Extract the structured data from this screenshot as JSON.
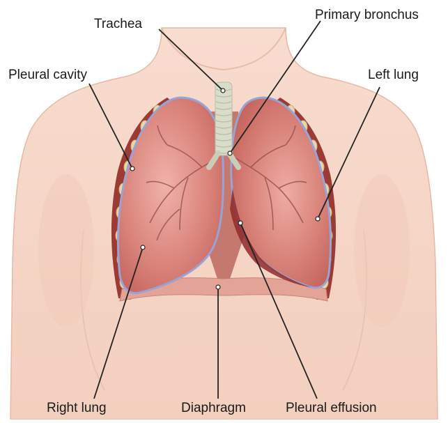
{
  "labels": {
    "trachea": "Trachea",
    "primary_bronchus": "Primary bronchus",
    "pleural_cavity": "Pleural cavity",
    "left_lung": "Left lung",
    "right_lung": "Right lung",
    "diaphragm": "Diaphragm",
    "pleural_effusion": "Pleural effusion"
  },
  "colors": {
    "skin": "#f6d7c8",
    "skin_shadow": "#ecbfa9",
    "lung": "#d9837a",
    "lung_dark": "#c35e57",
    "pleura": "#9aa3d6",
    "rib_muscle": "#9b3b33",
    "rib_bone": "#e9d7a9",
    "trachea": "#d9dcc9",
    "effusion": "#8f2a2a",
    "diaphragm": "#e3a497",
    "leader": "#222222"
  }
}
